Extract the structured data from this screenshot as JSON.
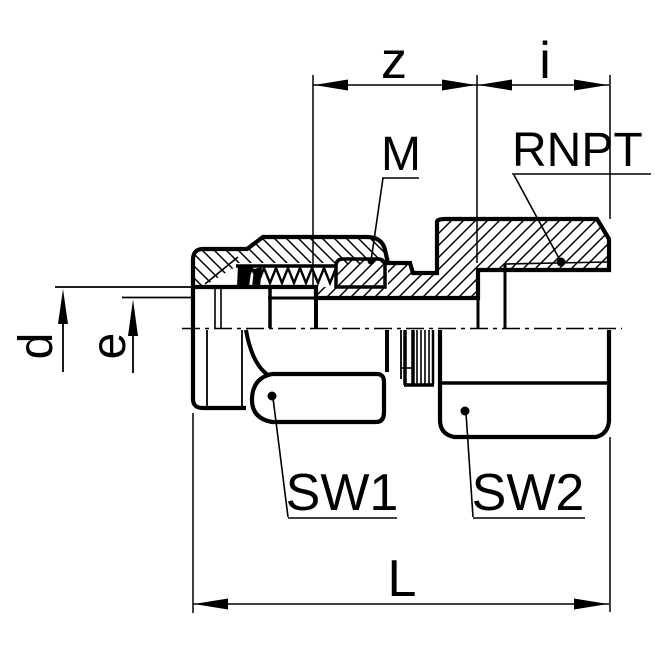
{
  "drawing": {
    "background": "#ffffff",
    "ink": "#000000",
    "dimension_labels": {
      "z": "z",
      "i": "i",
      "length_overall": "L",
      "tube_diameter": "d",
      "bore_diameter": "e"
    },
    "callout_labels": {
      "metric_thread": "M",
      "npt_thread": "RNPT",
      "wrench_size_1": "SW1",
      "wrench_size_2": "SW2"
    }
  }
}
